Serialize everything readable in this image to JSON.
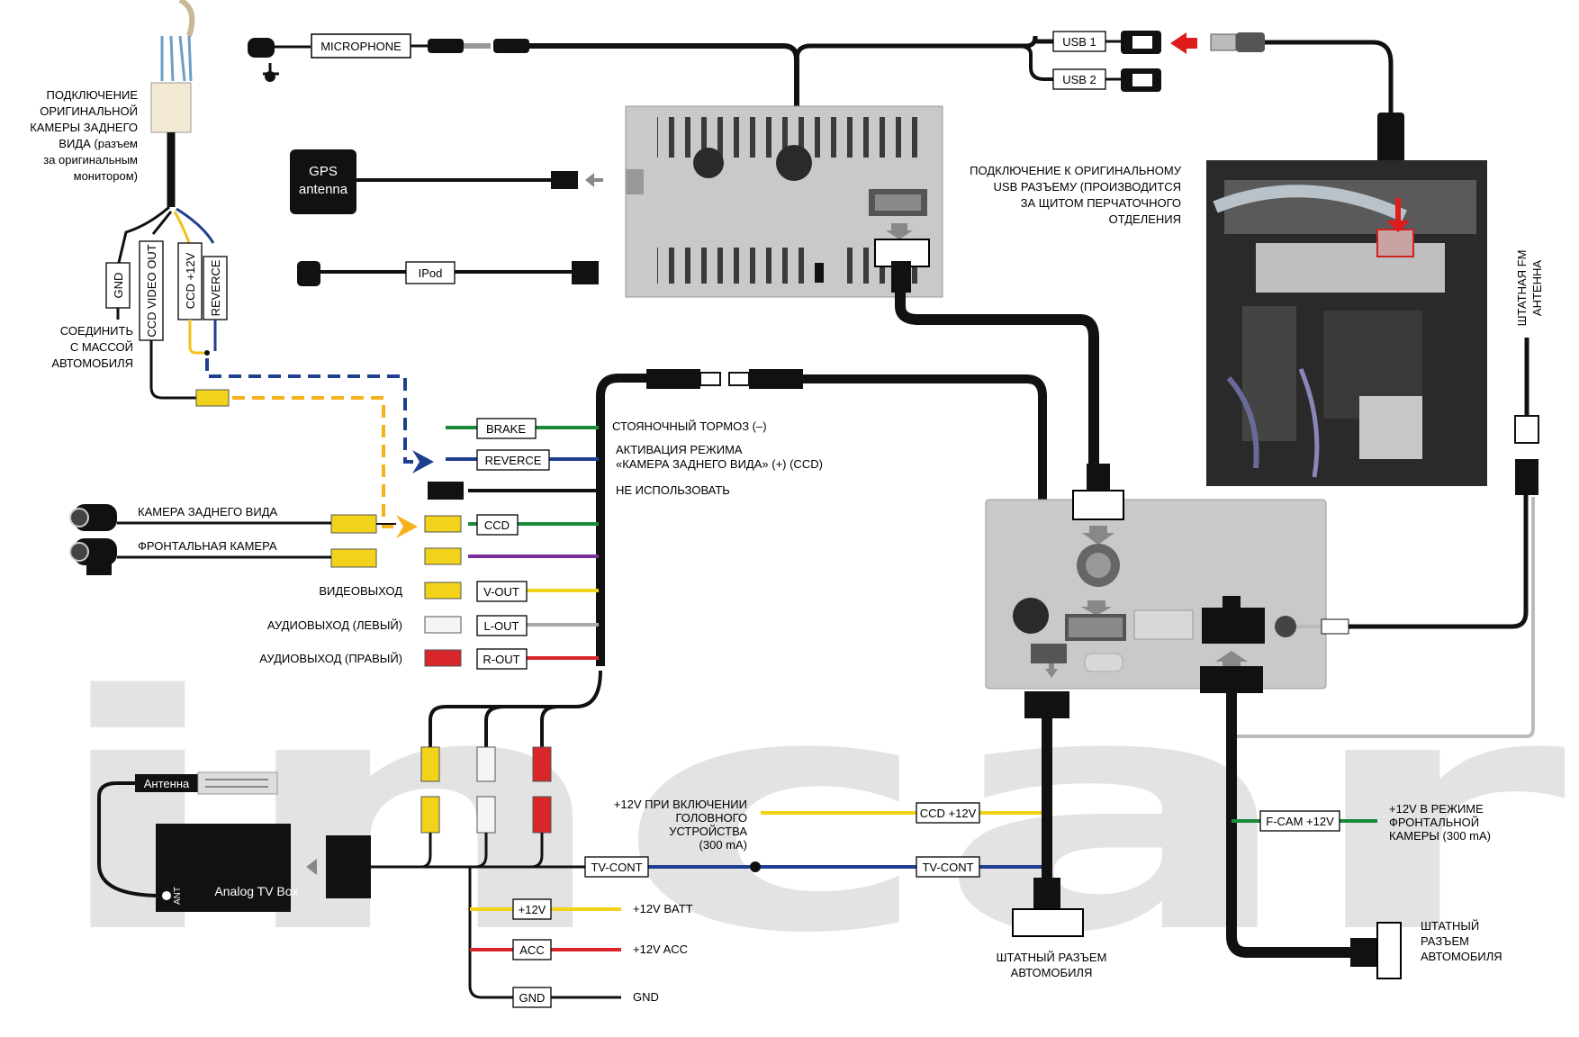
{
  "watermark": "incar",
  "devices": {
    "gps_antenna": [
      "GPS",
      "antenna"
    ],
    "analog_tv_box": "Analog TV Box",
    "ant_label": "ANT"
  },
  "connectors": {
    "microphone": "MICROPHONE",
    "usb1": "USB 1",
    "usb2": "USB 2",
    "ipod": "IPod",
    "brake": "BRAKE",
    "reverce": "REVERCE",
    "ccd": "CCD",
    "v_out": "V-OUT",
    "l_out": "L-OUT",
    "r_out": "R-OUT",
    "antenna": "Антенна",
    "ccd_12v": "CCD +12V",
    "tv_cont_left": "TV-CONT",
    "tv_cont_right": "TV-CONT",
    "p12v": "+12V",
    "acc": "ACC",
    "gnd": "GND",
    "fcam_12v": "F-CAM +12V",
    "gnd_vertical": "GND",
    "ccd_video_out_vertical": "CCD VIDEO OUT",
    "ccd_12v_vertical": "CCD +12V",
    "reverce_vertical": "REVERCE"
  },
  "notes": {
    "orig_camera": [
      "ПОДКЛЮЧЕНИЕ",
      "ОРИГИНАЛЬНОЙ",
      "КАМЕРЫ ЗАДНЕГО",
      "ВИДА (разъем",
      "за оригинальным",
      "монитором)"
    ],
    "ground": [
      "СОЕДИНИТЬ",
      "С МАССОЙ",
      "АВТОМОБИЛЯ"
    ],
    "usb_note": [
      "ПОДКЛЮЧЕНИЕ К ОРИГИНАЛЬНОМУ",
      "USB РАЗЪЕМУ (ПРОИЗВОДИТСЯ",
      "ЗА ЩИТОМ ПЕРЧАТОЧНОГО",
      "ОТДЕЛЕНИЯ"
    ],
    "fm_antenna": [
      "ШТАТНАЯ FM",
      "АНТЕННА"
    ],
    "parking_brake": "СТОЯНОЧНЫЙ ТОРМОЗ (–)",
    "reverse_activation": [
      "АКТИВАЦИЯ РЕЖИМА",
      "«КАМЕРА ЗАДНЕГО ВИДА» (+) (CCD)"
    ],
    "not_used": "НЕ ИСПОЛЬЗОВАТЬ",
    "rear_camera": "КАМЕРА ЗАДНЕГО ВИДА",
    "front_camera": "ФРОНТАЛЬНАЯ КАМЕРА",
    "video_out": "ВИДЕОВЫХОД",
    "audio_left": "АУДИОВЫХОД (ЛЕВЫЙ)",
    "audio_right": "АУДИОВЫХОД (ПРАВЫЙ)",
    "head_unit_12v": [
      "+12V ПРИ ВКЛЮЧЕНИИ",
      "ГОЛОВНОГО",
      "УСТРОЙСТВА",
      "(300 mA)"
    ],
    "batt": "+12V BATT",
    "acc": "+12V ACC",
    "gnd": "GND",
    "stock_connector_1": [
      "ШТАТНЫЙ РАЗЪЕМ",
      "АВТОМОБИЛЯ"
    ],
    "stock_connector_2": [
      "ШТАТНЫЙ",
      "РАЗЪЕМ",
      "АВТОМОБИЛЯ"
    ],
    "front_cam_12v": [
      "+12V В РЕЖИМЕ",
      "ФРОНТАЛЬНОЙ",
      "КАМЕРЫ (300 mA)"
    ]
  },
  "colors": {
    "brake": "#1a8a3a",
    "reverce": "#1f3f8f",
    "ccd": "#1a8a3a",
    "purple": "#7a2f9a",
    "v_out": "#f2d21b",
    "l_out": "#a8a8a8",
    "r_out": "#d9262a",
    "dashed_yellow": "#f5b21a",
    "dashed_blue": "#1f3f8f",
    "red_arrow": "#e01b1b"
  }
}
